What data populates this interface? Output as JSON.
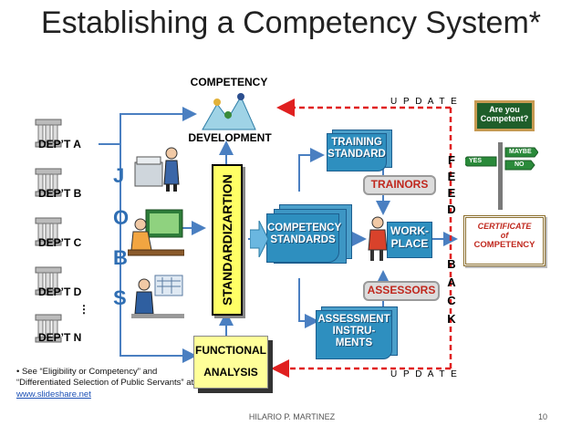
{
  "slide": {
    "title": "Establishing a Competency System*",
    "presenter": "HILARIO P. MARTINEZ",
    "slide_number": "10"
  },
  "departments": [
    "DEP’T A",
    "DEP’T B",
    "DEP’T C",
    "DEP’T D",
    "DEP’T N"
  ],
  "ellipsis": "⋮",
  "job_letters": [
    "J",
    "O",
    "B",
    "S"
  ],
  "competency_development": {
    "line1": "COMPETENCY",
    "line2": "DEVELOPMENT"
  },
  "standardization": "STANDARDIZARTION",
  "functional_analysis": {
    "line1": "FUNCTIONAL",
    "line2": "ANALYSIS"
  },
  "competency_standards": {
    "line1": "COMPETENCY",
    "line2": "STANDARDS"
  },
  "training_standard": {
    "line1": "TRAINING",
    "line2": "STANDARD"
  },
  "assessment_instruments": {
    "line1": "ASSESSMENT",
    "line2": "INSTRU-",
    "line3": "MENTS"
  },
  "trainors": "TRAINORS",
  "assessors": "ASSESSORS",
  "workplace": {
    "line1": "WORK-",
    "line2": "PLACE"
  },
  "feedback_letters": [
    "F",
    "E",
    "E",
    "D",
    "B",
    "A",
    "C",
    "K"
  ],
  "update_label": "U P D A T E",
  "signboard": {
    "line1": "Are you",
    "line2": "Competent?"
  },
  "signpost": {
    "yes": "YES",
    "no": "NO",
    "maybe": "MAYBE"
  },
  "certificate": {
    "line1": "CERTIFICATE",
    "line2": "of",
    "line3": "COMPETENCY"
  },
  "footnote": {
    "bullet": "•",
    "text": "See “Eligibility or Competency” and “Differentiated Selection of Public Servants”  at ",
    "link": "www.slideshare.net"
  },
  "colors": {
    "arrow_blue": "#4a7fc1",
    "feedback_red": "#e02020",
    "teal_box": "#2e8fbf",
    "yellow_box": "#ffff99",
    "red_text": "#c0281e"
  }
}
